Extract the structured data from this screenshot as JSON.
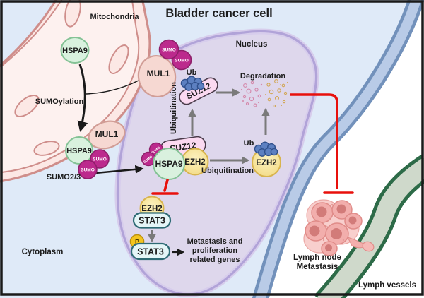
{
  "title": "Bladder cancer cell",
  "compartments": {
    "mitochondria": "Mitochondria",
    "nucleus": "Nucleus",
    "cytoplasm": "Cytoplasm"
  },
  "proteins": {
    "hspa9": "HSPA9",
    "mul1": "MUL1",
    "sumo": "SUMO",
    "suz12": "SUZ12",
    "ezh2": "EZH2",
    "stat3": "STAT3",
    "ub": "Ub",
    "phospho": "P"
  },
  "processes": {
    "sumoylation": "SUMOylation",
    "sumo2_3": "SUMO2/3",
    "ubiquitination": "Ubiquitination",
    "degradation": "Degradation"
  },
  "outcomes": {
    "genes_line1": "Metastasis and",
    "genes_line2": "proliferation",
    "genes_line3": "related genes",
    "lymph_node_line1": "Lymph node",
    "lymph_node_line2": "Metastasis",
    "lymph_vessels": "Lymph vessels"
  },
  "colors": {
    "cytoplasm_fill": "#dfeaf8",
    "membrane_band": "#b9cbe7",
    "membrane_edge": "#7291bb",
    "nucleus_fill": "#ded7ec",
    "nucleus_border": "#b1a3d8",
    "mitochondria_fill": "#fce8e5",
    "mitochondria_border": "#cf8e8b",
    "hspa9_fill": "#d9f1de",
    "hspa9_border": "#84c295",
    "mul1_fill": "#f6d8d2",
    "sumo_fill": "#bc2a8d",
    "suz12_fill": "#fbd9f1",
    "ezh2_fill": "#f2da84",
    "ub_cluster_fill": "#5d80c1",
    "stat3_fill": "#e4f5f7",
    "stat3_border": "#2d6a74",
    "phospho_fill": "#f3c41f",
    "inhibition_red": "#e8100c",
    "arrow_gray": "#7a7a7a",
    "arrow_black": "#1a1a1a",
    "lymph_vessel_fill": "#cfd9cb",
    "lymph_vessel_border": "#2d6b48",
    "cancer_cell_fill": "#f2aeac",
    "degradation_pink": "#d489ab",
    "degradation_yellow": "#d2a757"
  }
}
